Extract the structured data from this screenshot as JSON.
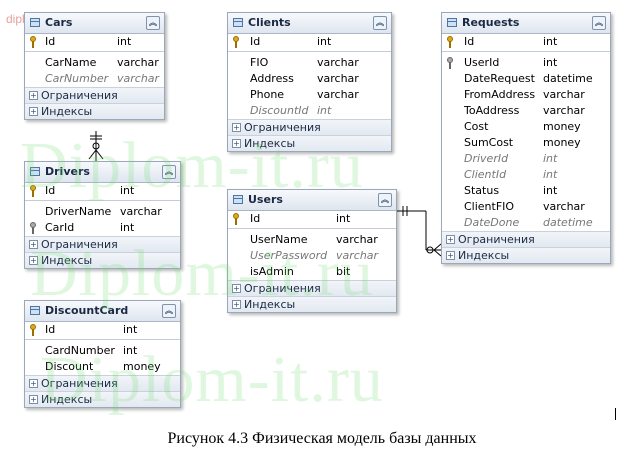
{
  "watermark": {
    "top_text": "diplom-it.ru",
    "big_text": "Diplom-it.ru"
  },
  "section_labels": {
    "constraints": "Ограничения",
    "indexes": "Индексы"
  },
  "entities": {
    "cars": {
      "name": "Cars",
      "pk": {
        "col": "Id",
        "type": "int"
      },
      "rows": [
        {
          "col": "CarName",
          "type": "varchar",
          "italic": false
        },
        {
          "col": "CarNumber",
          "type": "varchar",
          "italic": true
        }
      ]
    },
    "drivers": {
      "name": "Drivers",
      "pk": {
        "col": "Id",
        "type": "int"
      },
      "rows": [
        {
          "col": "DriverName",
          "type": "varchar",
          "italic": false
        },
        {
          "col": "CarId",
          "type": "int",
          "italic": false,
          "fk": true
        }
      ]
    },
    "discountcard": {
      "name": "DiscountCard",
      "pk": {
        "col": "Id",
        "type": "int"
      },
      "rows": [
        {
          "col": "CardNumber",
          "type": "int",
          "italic": false
        },
        {
          "col": "Discount",
          "type": "money",
          "italic": false
        }
      ]
    },
    "clients": {
      "name": "Clients",
      "pk": {
        "col": "Id",
        "type": "int"
      },
      "rows": [
        {
          "col": "FIO",
          "type": "varchar",
          "italic": false
        },
        {
          "col": "Address",
          "type": "varchar",
          "italic": false
        },
        {
          "col": "Phone",
          "type": "varchar",
          "italic": false
        },
        {
          "col": "DiscountId",
          "type": "int",
          "italic": true
        }
      ]
    },
    "users": {
      "name": "Users",
      "pk": {
        "col": "Id",
        "type": "int"
      },
      "rows": [
        {
          "col": "UserName",
          "type": "varchar",
          "italic": false
        },
        {
          "col": "UserPassword",
          "type": "varchar",
          "italic": true
        },
        {
          "col": "isAdmin",
          "type": "bit",
          "italic": false
        }
      ]
    },
    "requests": {
      "name": "Requests",
      "pk": {
        "col": "Id",
        "type": "int"
      },
      "rows": [
        {
          "col": "UserId",
          "type": "int",
          "italic": false,
          "fk": true
        },
        {
          "col": "DateRequest",
          "type": "datetime",
          "italic": false
        },
        {
          "col": "FromAddress",
          "type": "varchar",
          "italic": false
        },
        {
          "col": "ToAddress",
          "type": "varchar",
          "italic": false
        },
        {
          "col": "Cost",
          "type": "money",
          "italic": false
        },
        {
          "col": "SumCost",
          "type": "money",
          "italic": false
        },
        {
          "col": "DriverId",
          "type": "int",
          "italic": true
        },
        {
          "col": "ClientId",
          "type": "int",
          "italic": true
        },
        {
          "col": "Status",
          "type": "int",
          "italic": false
        },
        {
          "col": "ClientFIO",
          "type": "varchar",
          "italic": false
        },
        {
          "col": "DateDone",
          "type": "datetime",
          "italic": true
        }
      ]
    }
  },
  "caption": "Рисунок 4.3 Физическая модель базы данных"
}
